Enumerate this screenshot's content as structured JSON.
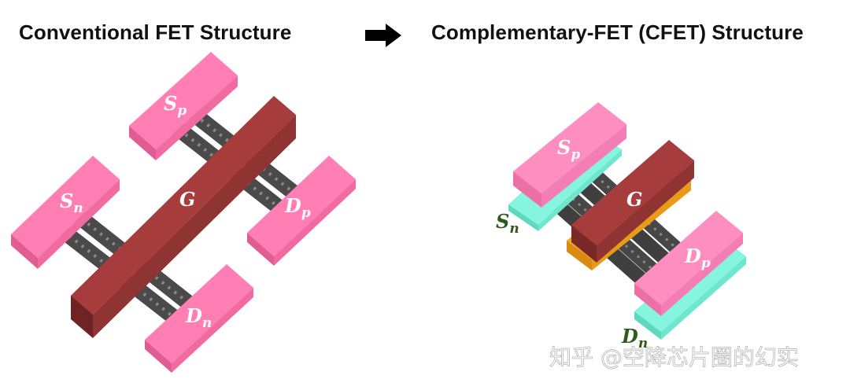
{
  "titles": {
    "left": "Conventional FET Structure",
    "right": "Complementary-FET (CFET) Structure"
  },
  "labels": {
    "conventional": {
      "source_p": {
        "main": "S",
        "sub": "p"
      },
      "source_n": {
        "main": "S",
        "sub": "n"
      },
      "gate": {
        "main": "G",
        "sub": ""
      },
      "drain_p": {
        "main": "D",
        "sub": "p"
      },
      "drain_n": {
        "main": "D",
        "sub": "n"
      }
    },
    "cfet": {
      "source_p": {
        "main": "S",
        "sub": "p"
      },
      "source_n": {
        "main": "S",
        "sub": "n"
      },
      "gate": {
        "main": "G",
        "sub": ""
      },
      "drain_p": {
        "main": "D",
        "sub": "p"
      },
      "drain_n": {
        "main": "D",
        "sub": "n"
      }
    }
  },
  "watermark": "知乎 @空降芯片圈的幻实",
  "colors": {
    "pink_block": "#f472a6",
    "gate": "#a63c3c",
    "nanowire": "#555555",
    "n_layer": "#7ff2dc",
    "gate_bottom": "#f5a623",
    "label_white": "#ffffff",
    "label_green": "#2f5a1c"
  },
  "icons": {
    "arrow": "right-arrow-icon"
  }
}
